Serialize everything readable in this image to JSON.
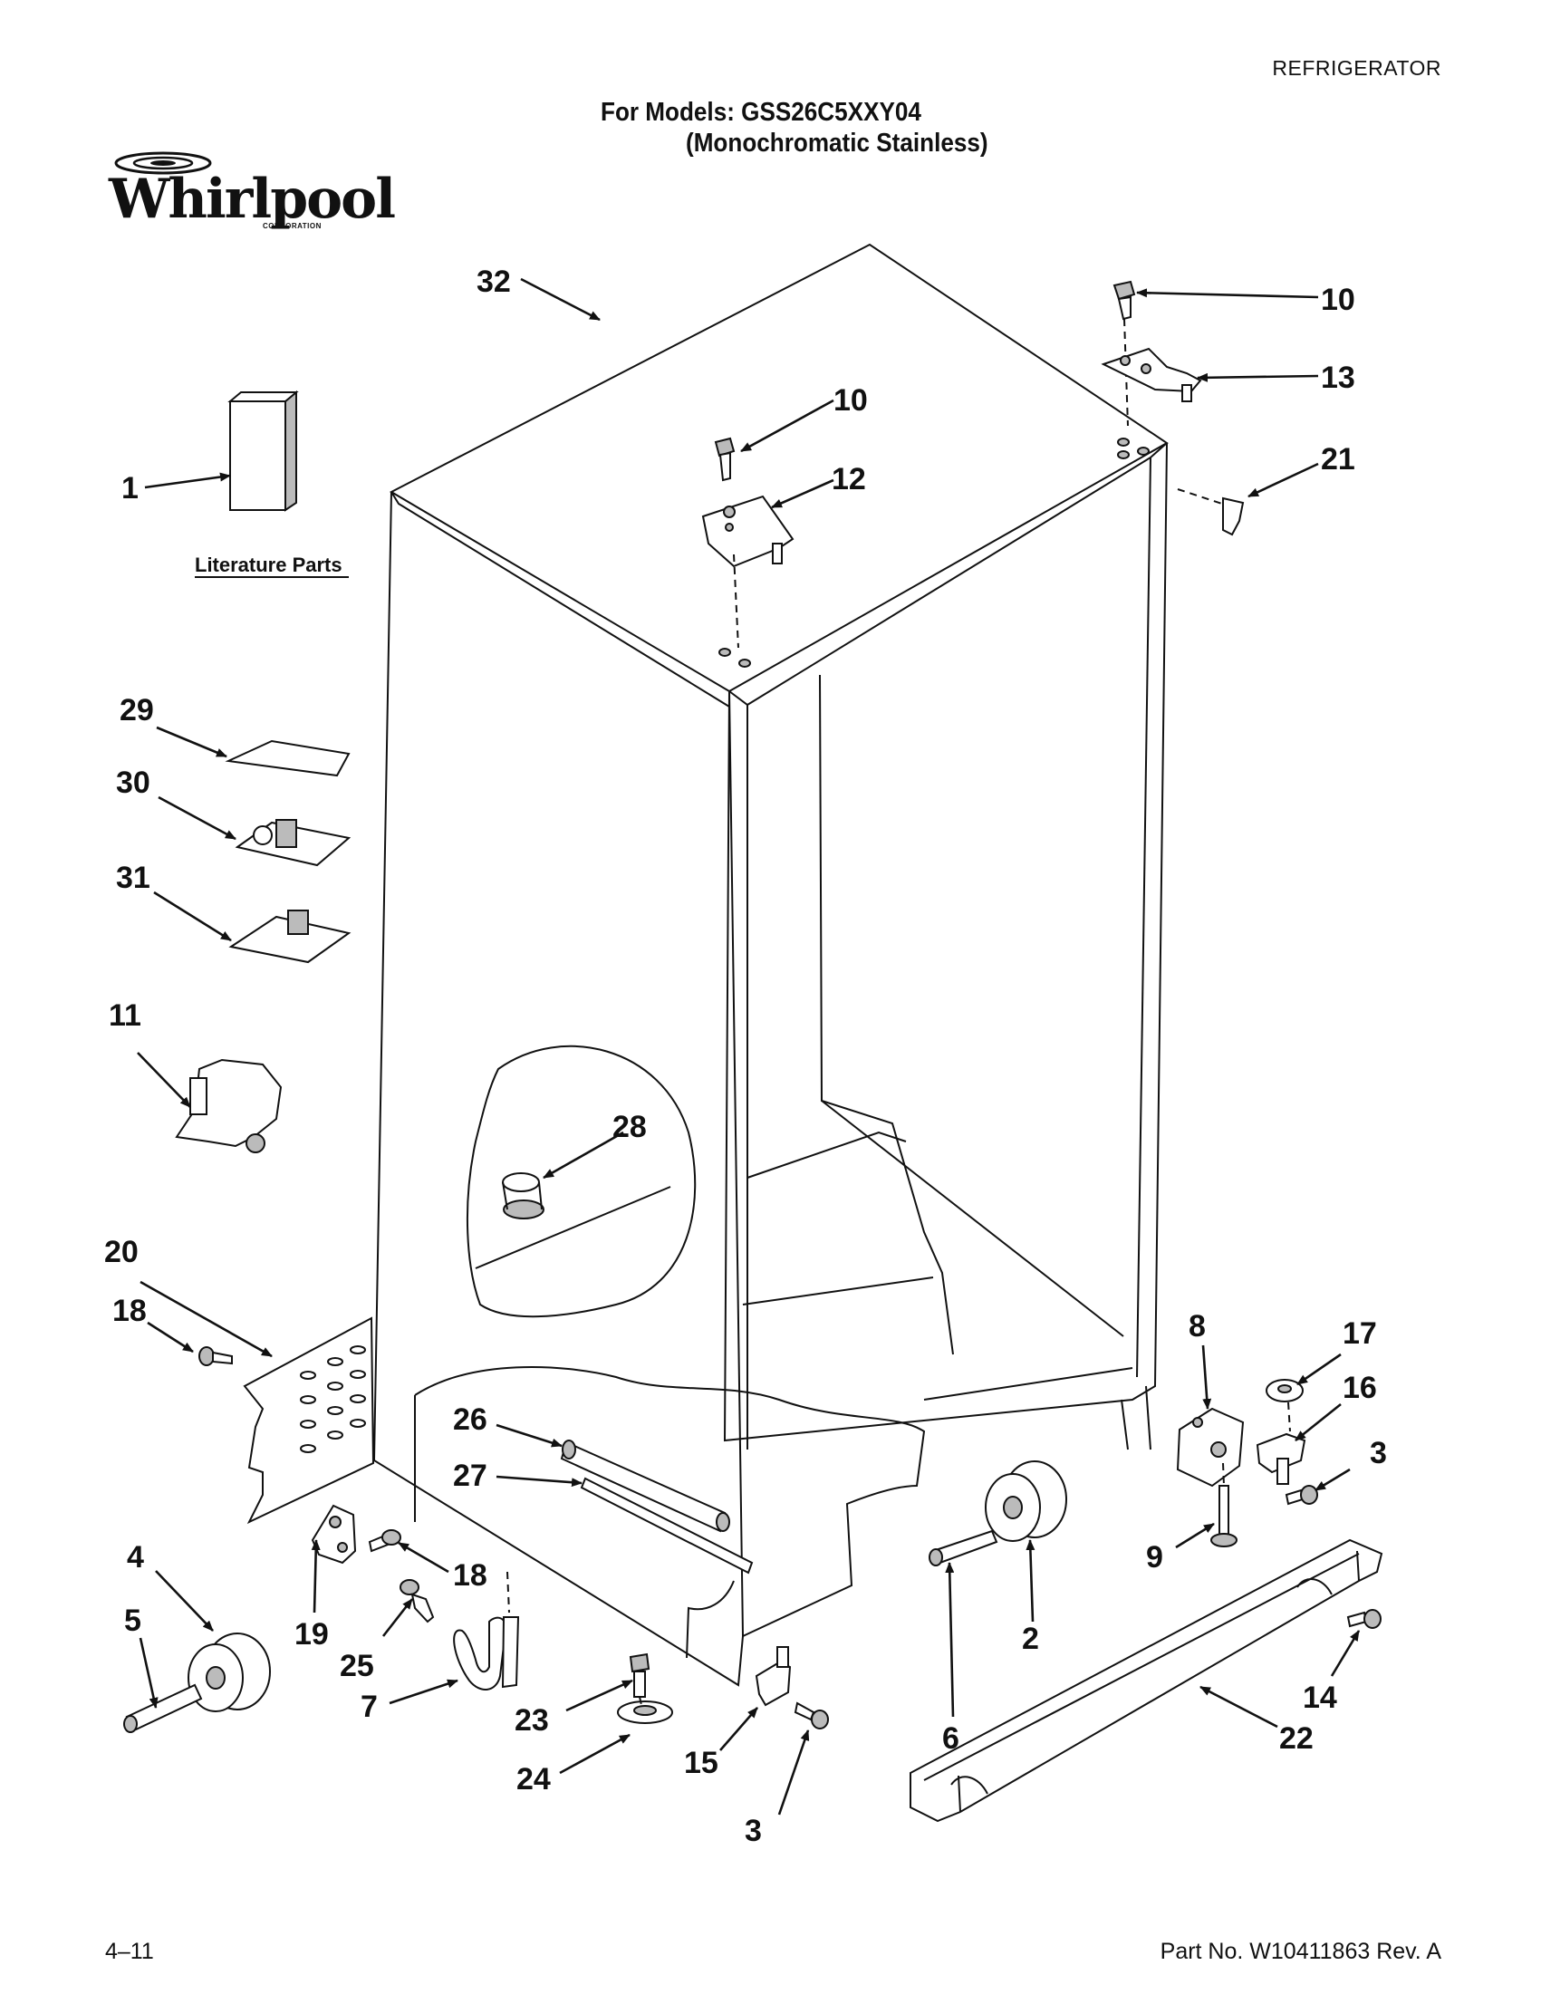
{
  "header": {
    "category": "REFRIGERATOR",
    "models_line": "For Models: GSS26C5XXY04",
    "variant_line": "(Monochromatic Stainless)"
  },
  "logo": {
    "wordmark": "Whirlpool",
    "corporation": "CORPORATION"
  },
  "diagram": {
    "literature_label": "Literature Parts",
    "callouts": [
      "1",
      "2",
      "3",
      "3",
      "4",
      "5",
      "6",
      "7",
      "8",
      "9",
      "10",
      "10",
      "11",
      "12",
      "13",
      "14",
      "15",
      "16",
      "17",
      "18",
      "18",
      "19",
      "20",
      "21",
      "22",
      "23",
      "24",
      "25",
      "26",
      "27",
      "28",
      "29",
      "30",
      "31",
      "32"
    ]
  },
  "footer": {
    "page": "4–11",
    "part_number": "Part No. W10411863 Rev. A"
  }
}
